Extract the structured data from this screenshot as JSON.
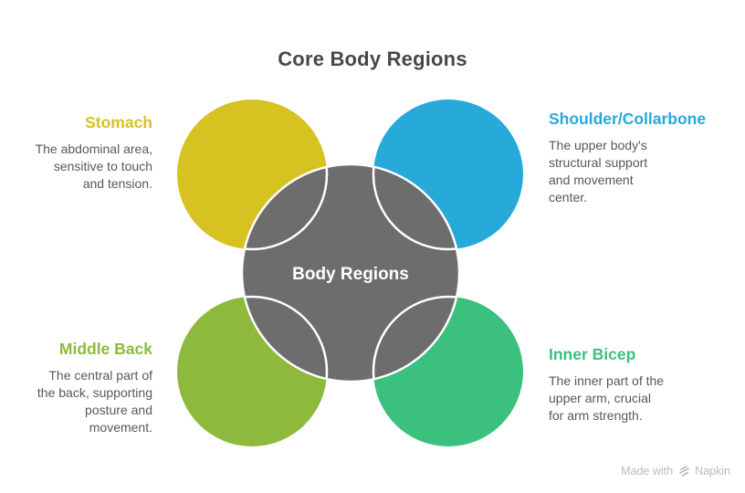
{
  "title": "Core Body Regions",
  "colors": {
    "title": "#474849",
    "body_text": "#56585b",
    "background": "#ffffff"
  },
  "diagram": {
    "center": {
      "label": "Body Regions",
      "color": "#6d6d6d",
      "text_color": "#ffffff"
    },
    "nodes": [
      {
        "label": "Stomach",
        "color": "#d6c322",
        "description": "The abdominal area,\nsensitive to touch\nand tension."
      },
      {
        "label": "Shoulder/Collarbone",
        "color": "#27a9da",
        "description": "The upper body's\nstructural support\nand movement\ncenter."
      },
      {
        "label": "Middle Back",
        "color": "#8dba3c",
        "description": "The central part of\nthe back, supporting\nposture and\nmovement."
      },
      {
        "label": "Inner Bicep",
        "color": "#3bc080",
        "description": "The inner part of the\nupper arm, crucial\nfor arm strength."
      }
    ]
  },
  "watermark": {
    "prefix": "Made with",
    "brand": "Napkin",
    "color": "#b8babc"
  }
}
